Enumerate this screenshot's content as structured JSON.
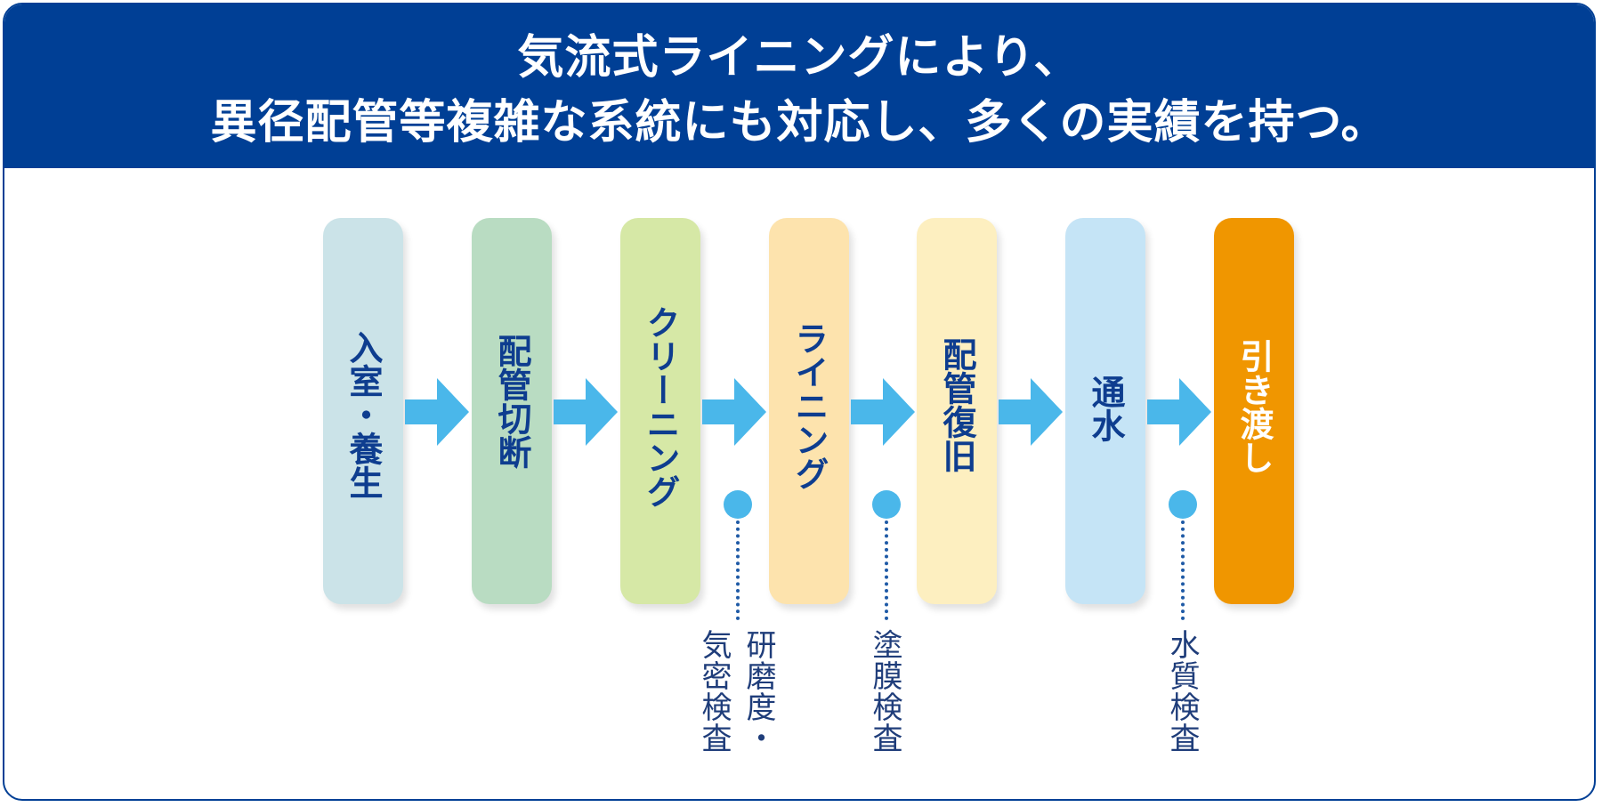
{
  "header": {
    "line1": "気流式ライニングにより、",
    "line2": "異径配管等複雑な系統にも対応し、多くの実績を持つ。"
  },
  "steps": [
    {
      "label": "入室・養生",
      "color": "#cbe3e8"
    },
    {
      "label": "配管切断",
      "color": "#b9dcc2"
    },
    {
      "label": "クリーニング",
      "color": "#d6e8a6"
    },
    {
      "label": "ライニング",
      "color": "#fde3ad"
    },
    {
      "label": "配管復旧",
      "color": "#fdefc0"
    },
    {
      "label": "通水",
      "color": "#c5e4f6"
    },
    {
      "label": "引き渡し",
      "color": "#f09600"
    }
  ],
  "inspections": {
    "after_cleaning": {
      "line1": "研磨度・",
      "line2": "気密検査"
    },
    "after_lining": {
      "line1": "塗膜検査"
    },
    "after_water": {
      "line1": "水質検査"
    }
  },
  "colors": {
    "header_bg": "#003f95",
    "step_text": "#0e3d8f",
    "final_step_text": "#ffffff",
    "arrow": "#4ab7ea",
    "dot": "#4ab7ea"
  }
}
